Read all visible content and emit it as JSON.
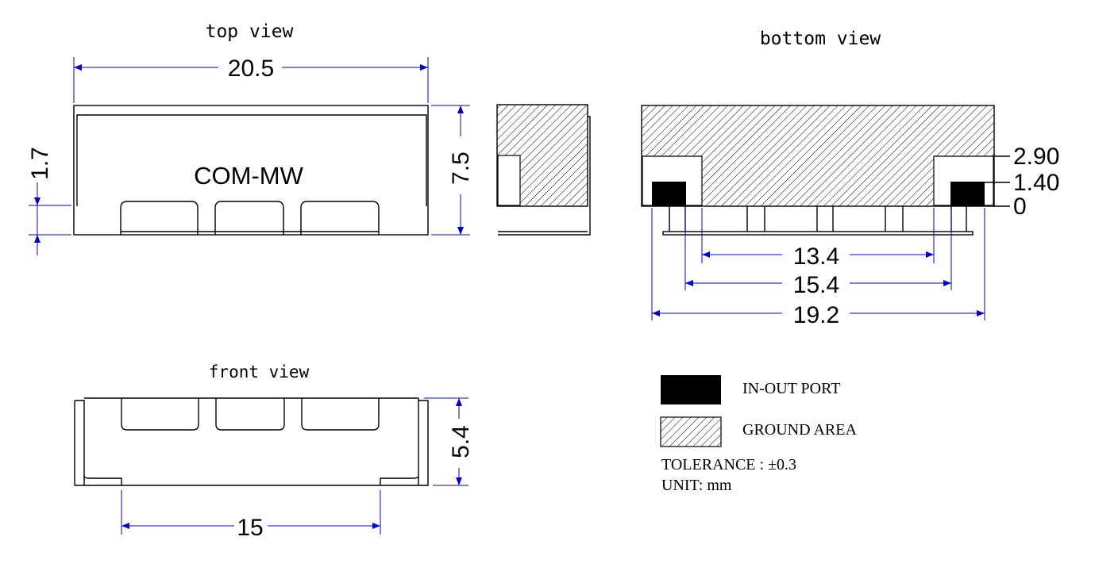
{
  "views": {
    "top": "top view",
    "bottom": "bottom view",
    "front": "front view"
  },
  "part_label": "COM-MW",
  "dimensions": {
    "top_width": "20.5",
    "top_height": "7.5",
    "top_small": "1.7",
    "bottom_13_4": "13.4",
    "bottom_15_4": "15.4",
    "bottom_19_2": "19.2",
    "bottom_2_90": "2.90",
    "bottom_1_40": "1.40",
    "bottom_0": "0",
    "front_height": "5.4",
    "front_width": "15"
  },
  "legend": {
    "port_label": "IN-OUT PORT",
    "ground_label": "GROUND AREA",
    "tolerance": "TOLERANCE : ±0.3",
    "unit": "UNIT: mm"
  },
  "colors": {
    "outline": "#000000",
    "dimension": "#0000cc",
    "port_fill": "#000000"
  }
}
